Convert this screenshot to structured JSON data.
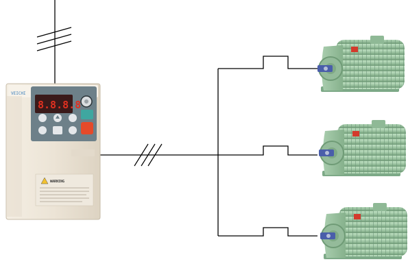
{
  "inverter": {
    "brand_text": "VEICHI",
    "display_reading": "8.8.8.8",
    "warning_title": "WARNING"
  },
  "supply": {
    "phase_ticks": 3
  },
  "output": {
    "phase_ticks": 3
  },
  "motors": [
    {
      "id": "motor-1"
    },
    {
      "id": "motor-2"
    },
    {
      "id": "motor-3"
    }
  ],
  "colors": {
    "wire": "#000000",
    "inverter_body": "#ece4d6",
    "keypad_panel": "#6d8089",
    "display_digits": "#e03020",
    "run_key": "#e54a2a",
    "motor_body": "#9fc6a4",
    "motor_shaft": "#4a5eaa"
  }
}
